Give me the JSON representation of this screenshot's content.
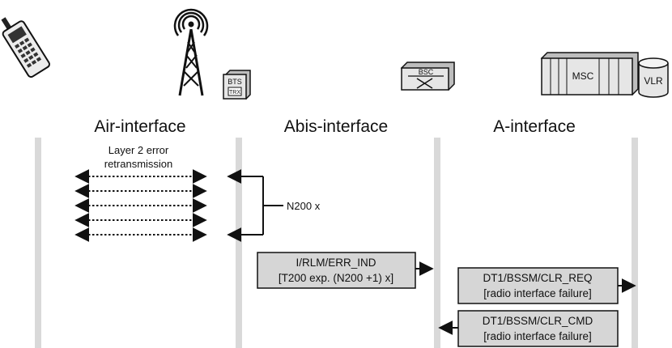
{
  "interfaces": {
    "air": "Air-interface",
    "abis": "Abis-interface",
    "a": "A-interface"
  },
  "devices": {
    "bts": "BTS",
    "trx": "TRX",
    "bsc": "BSC",
    "msc": "MSC",
    "vlr": "VLR"
  },
  "annotations": {
    "layer2_line1": "Layer 2 error",
    "layer2_line2": "retransmission",
    "n200": "N200 x"
  },
  "messages": {
    "rlm_line1": "I/RLM/ERR_IND",
    "rlm_line2": "[T200 exp. (N200 +1) x]",
    "clr_req_line1": "DT1/BSSM/CLR_REQ",
    "clr_req_line2": "[radio interface failure]",
    "clr_cmd_line1": "DT1/BSSM/CLR_CMD",
    "clr_cmd_line2": "[radio interface failure]"
  },
  "colors": {
    "lifeline": "#d9d9d9",
    "box_fill": "#d6d6d6",
    "stroke": "#111111"
  }
}
